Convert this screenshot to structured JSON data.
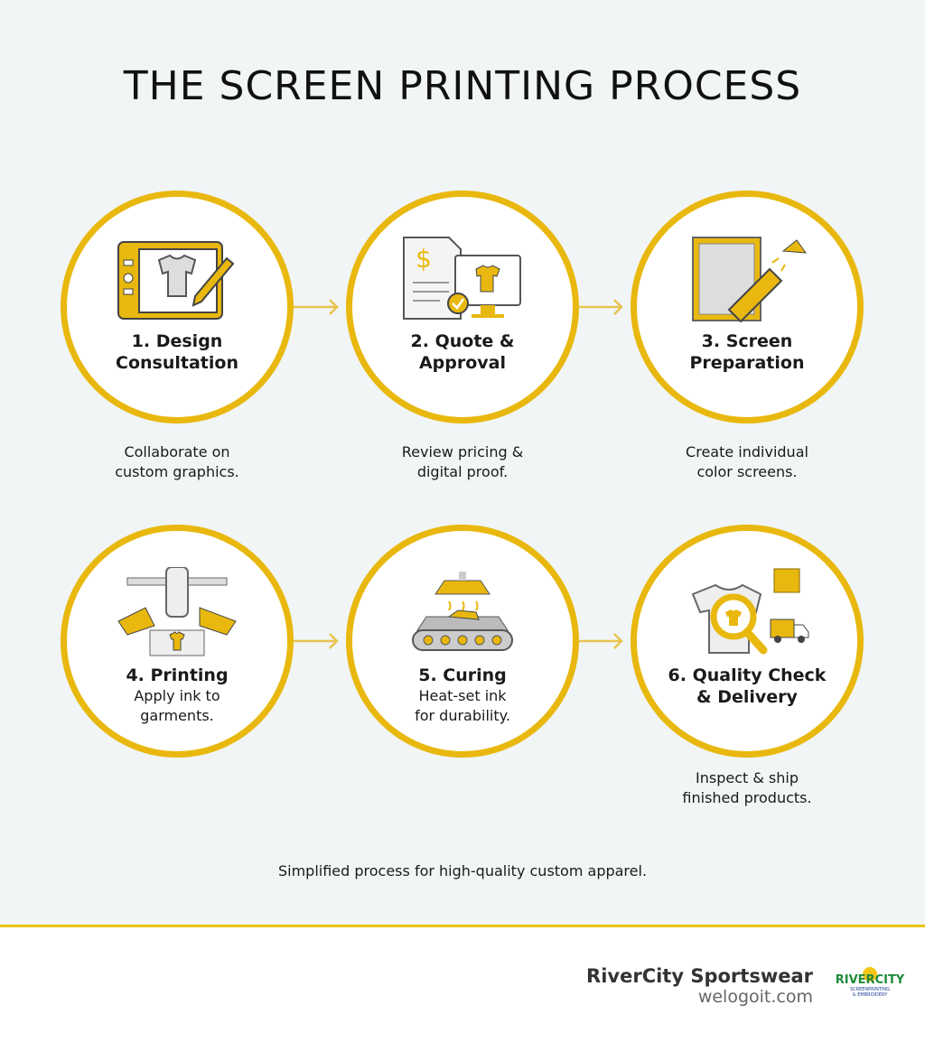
{
  "title": "THE SCREEN PRINTING PROCESS",
  "accent": "#e9b80f",
  "steps": [
    {
      "title": "1. Design Consultation",
      "line1": "1. Design",
      "line2": "Consultation",
      "desc1": "Collaborate on",
      "desc2": "custom graphics.",
      "icon": "tablet-tshirt-pencil-icon"
    },
    {
      "title": "2. Quote & Approval",
      "line1": "2. Quote &",
      "line2": "Approval",
      "desc1": "Review pricing &",
      "desc2": "digital proof.",
      "icon": "invoice-monitor-icon"
    },
    {
      "title": "3. Screen Preparation",
      "line1": "3. Screen",
      "line2": "Preparation",
      "desc1": "Create individual",
      "desc2": "color screens.",
      "icon": "screen-coating-lamp-icon"
    },
    {
      "title": "4. Printing",
      "line1": "4. Printing",
      "desc1": "Apply ink to",
      "desc2": "garments.",
      "icon": "carousel-press-icon"
    },
    {
      "title": "5. Curing",
      "line1": "5. Curing",
      "desc1": "Heat-set ink",
      "desc2": "for durability.",
      "icon": "conveyor-dryer-icon"
    },
    {
      "title": "6. Quality Check & Delivery",
      "line1": "6. Quality Check",
      "line2": "& Delivery",
      "desc1": "Inspect & ship",
      "desc2": "finished products.",
      "icon": "magnifier-truck-icon"
    }
  ],
  "note": "Simplified process for high-quality custom apparel.",
  "footer": {
    "brand": "RiverCity Sportswear",
    "url": "welogoit.com",
    "logo_text": "RIVERCITY",
    "logo_sub1": "SCREENPRINTING",
    "logo_sub2": "& EMBROIDERY"
  }
}
